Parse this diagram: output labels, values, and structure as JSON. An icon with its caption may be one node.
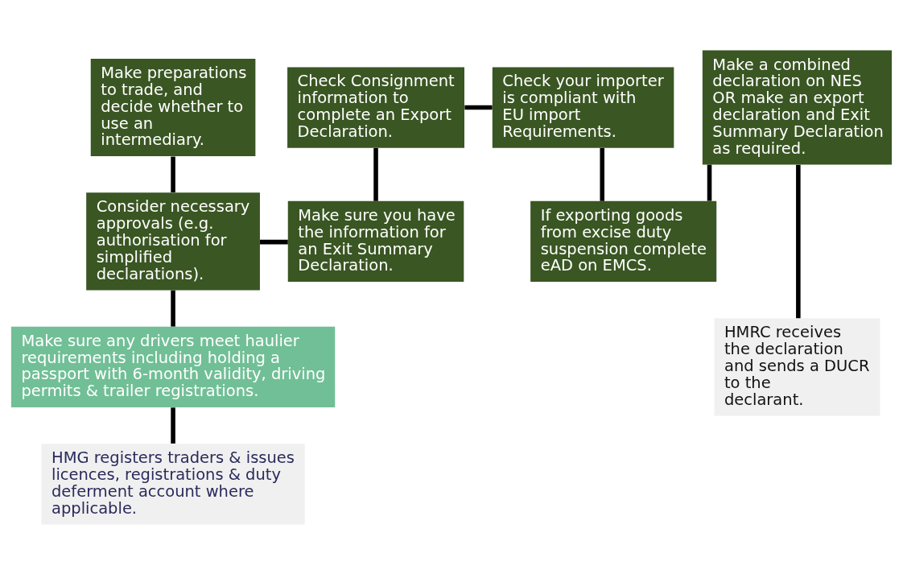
{
  "diagram": {
    "nodes": [
      {
        "text": [
          "Make preparations to trade, and decide whether to use an intermediary."
        ]
      },
      {
        "text": [
          "Check Consignment information to complete an Export Declaration."
        ]
      },
      {
        "text": [
          "Check your importer is compliant with EU import Requirements."
        ]
      },
      {
        "text": [
          "Make a combined declaration on NES OR make an export declaration and Exit Summary Declaration as required."
        ]
      },
      {
        "text": [
          "Consider necessary approvals (e.g. authorisation for simplified declarations)."
        ]
      },
      {
        "text": [
          "Make sure you have the information for an Exit Summary Declaration."
        ]
      },
      {
        "text": [
          "If exporting goods from excise duty suspension complete eAD on EMCS."
        ]
      },
      {
        "text": [
          "Make sure any drivers meet haulier requirements including holding a passport with 6-month validity, driving permits & trailer registrations."
        ]
      },
      {
        "text": [
          "HMG registers traders & issues licences, registrations & duty deferment account where applicable."
        ]
      },
      {
        "text": [
          "HMRC receives the declaration and sends a DUCR to the declarant."
        ]
      }
    ],
    "edges": [
      {
        "from": 0,
        "to": 4,
        "arrow": "none"
      },
      {
        "from": 1,
        "to": 2,
        "arrow": "none"
      },
      {
        "from": 1,
        "to": 5,
        "arrow": "none"
      },
      {
        "from": 2,
        "to": 6,
        "arrow": "none"
      },
      {
        "from": 4,
        "to": 5,
        "arrow": "none"
      },
      {
        "from": 6,
        "to": 3,
        "arrow": "none"
      },
      {
        "from": 4,
        "to": 7,
        "arrow": "none"
      },
      {
        "from": 7,
        "to": 8,
        "arrow": "none"
      },
      {
        "from": 3,
        "to": 9,
        "arrow": "none"
      }
    ]
  }
}
